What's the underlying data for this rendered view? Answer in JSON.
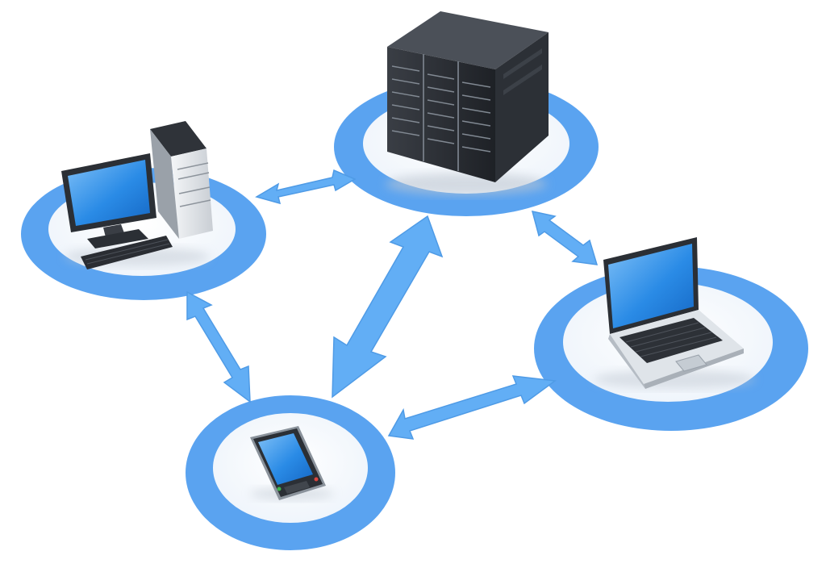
{
  "colors": {
    "ring": "#5aa3f0",
    "ring_edge": "#3d86d6",
    "arrow": "#62aef5",
    "screen": "#1f7fe0",
    "screen_light": "#59aaf3",
    "hardware_dark": "#2a2d33",
    "hardware_mid": "#4a4f57",
    "hardware_light": "#e9ecef"
  },
  "nodes": [
    {
      "id": "server",
      "device": "server-rack-icon"
    },
    {
      "id": "desktop",
      "device": "desktop-computer-icon"
    },
    {
      "id": "laptop",
      "device": "laptop-icon"
    },
    {
      "id": "phone",
      "device": "smartphone-icon"
    }
  ],
  "links": [
    [
      "desktop",
      "server"
    ],
    [
      "server",
      "laptop"
    ],
    [
      "server",
      "phone"
    ],
    [
      "desktop",
      "phone"
    ],
    [
      "phone",
      "laptop"
    ]
  ]
}
